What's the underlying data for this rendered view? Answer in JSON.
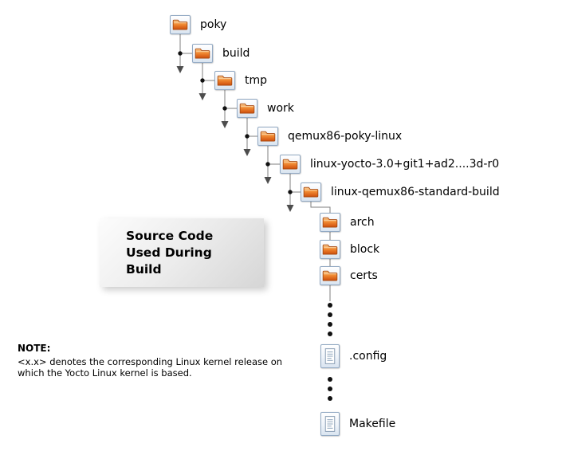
{
  "callout": {
    "lines": [
      "Source Code",
      "Used During",
      "Build"
    ]
  },
  "note": {
    "label": "NOTE:",
    "line1": "<x.x> denotes the corresponding Linux kernel release on",
    "line2": "which the Yocto Linux kernel is based."
  },
  "tree": {
    "nodes": [
      {
        "label": "poky",
        "icon": "folder-icon"
      },
      {
        "label": "build",
        "icon": "folder-icon"
      },
      {
        "label": "tmp",
        "icon": "folder-icon"
      },
      {
        "label": "work",
        "icon": "folder-icon"
      },
      {
        "label": "qemux86-poky-linux",
        "icon": "folder-icon"
      },
      {
        "label": "linux-yocto-3.0+git1+ad2....3d-r0",
        "icon": "folder-icon"
      },
      {
        "label": "linux-qemux86-standard-build",
        "icon": "folder-icon"
      },
      {
        "label": "arch",
        "icon": "folder-icon"
      },
      {
        "label": "block",
        "icon": "folder-icon"
      },
      {
        "label": "certs",
        "icon": "folder-icon"
      },
      {
        "label": ".config",
        "icon": "file-icon"
      },
      {
        "label": "Makefile",
        "icon": "file-icon"
      }
    ]
  }
}
